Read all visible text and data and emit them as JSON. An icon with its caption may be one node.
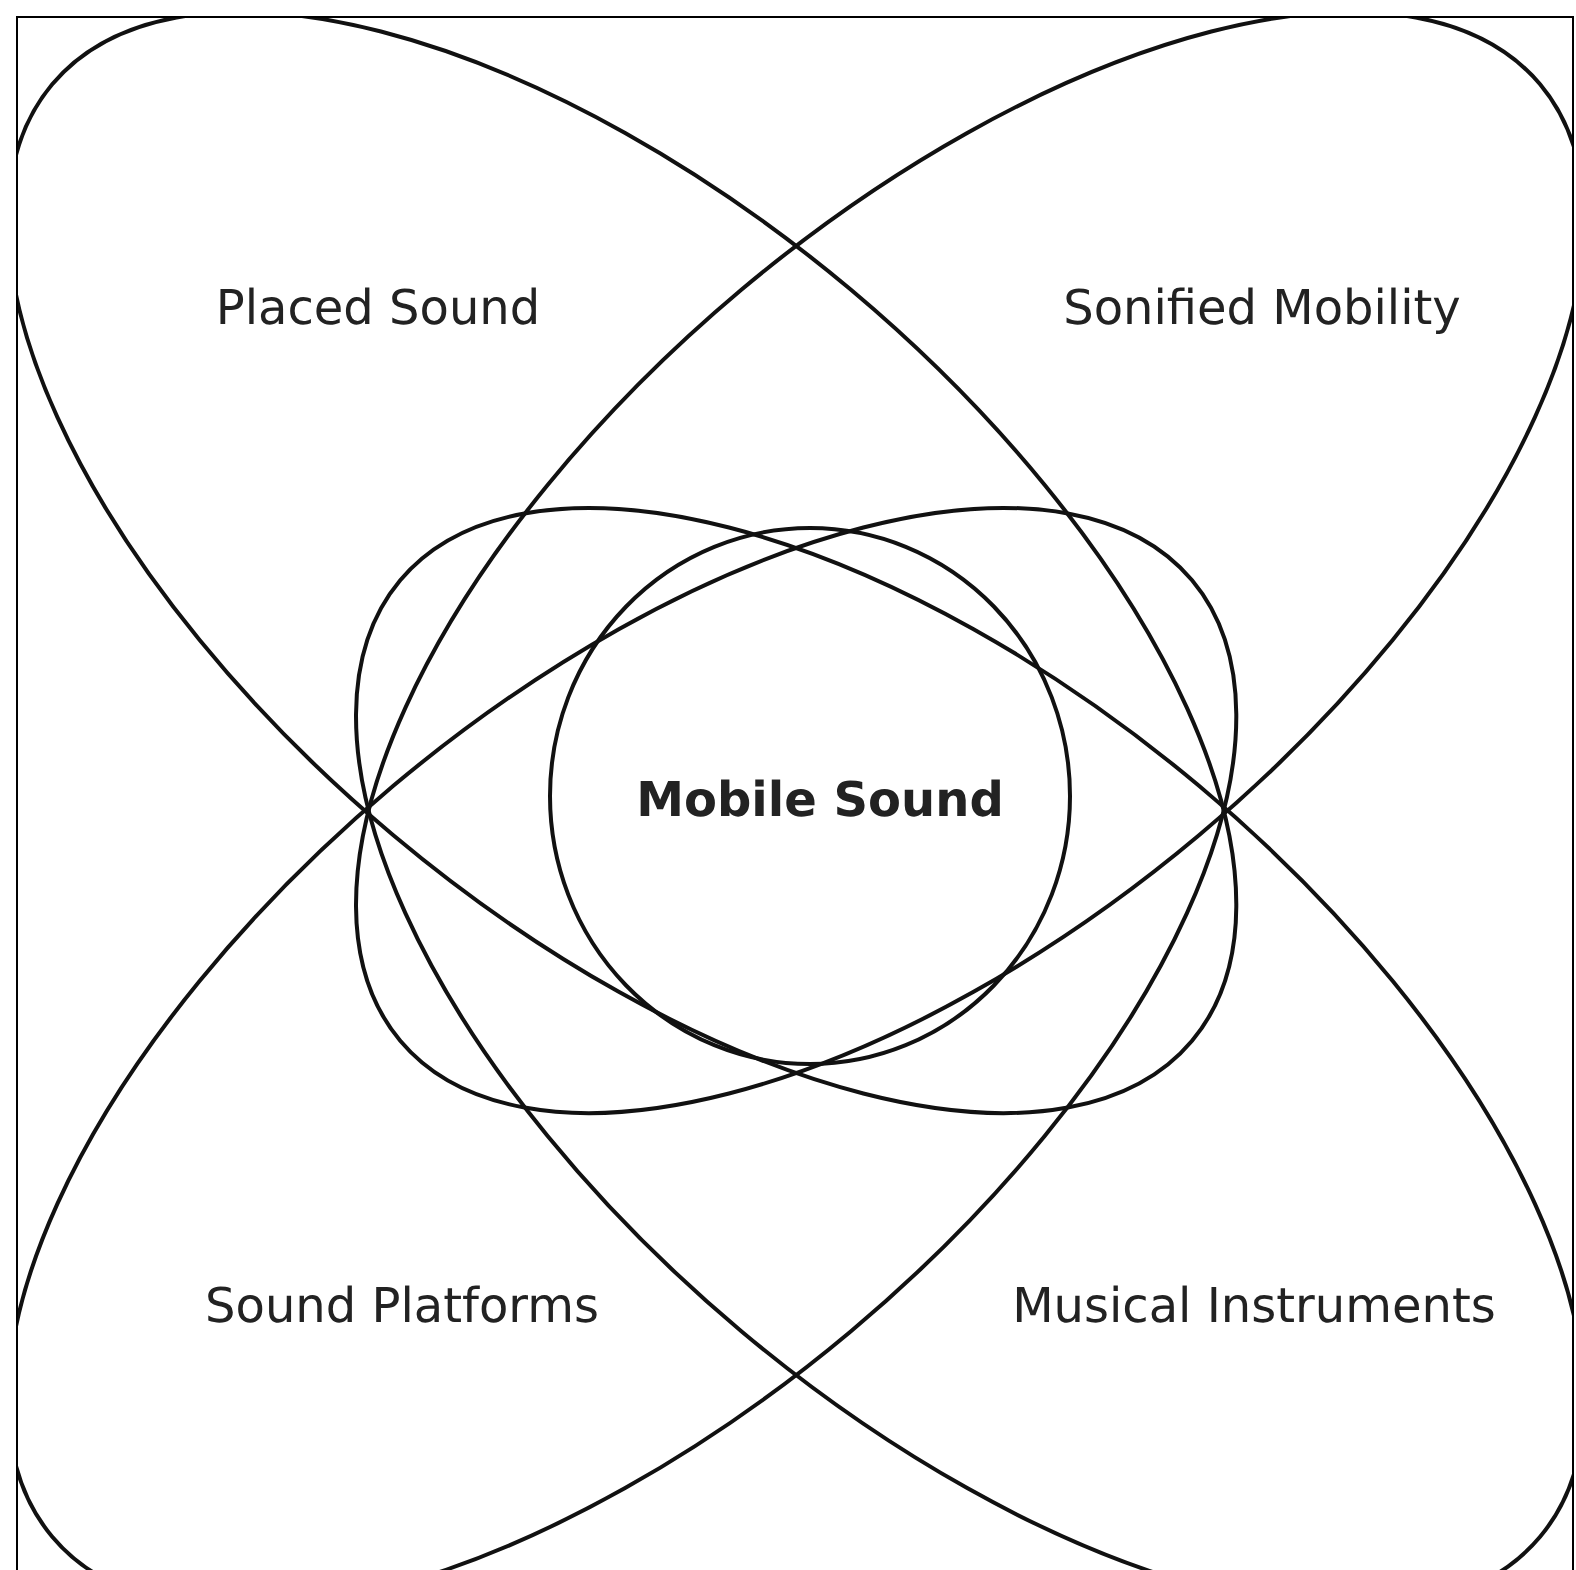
{
  "diagram": {
    "nodes": [
      {
        "text": [
          "Placed Sound"
        ]
      },
      {
        "text": [
          "Sonified Mobility"
        ]
      },
      {
        "text": [
          "Mobile Sound"
        ]
      },
      {
        "text": [
          "Sound Platforms"
        ]
      },
      {
        "text": [
          "Musical Instruments"
        ]
      }
    ]
  }
}
